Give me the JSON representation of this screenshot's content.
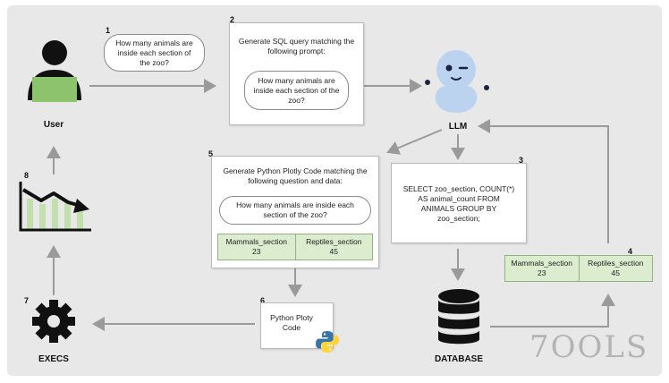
{
  "steps": {
    "s1": "1",
    "s2": "2",
    "s3": "3",
    "s4": "4",
    "s5": "5",
    "s6": "6",
    "s7": "7",
    "s8": "8"
  },
  "user": {
    "label": "User"
  },
  "question_bubble": {
    "text": "How many animals are inside each section of the zoo?"
  },
  "sql_prompt_box": {
    "heading": "Generate SQL query matching the following prompt:",
    "bubble_text": "How many animals are inside each section of the zoo?"
  },
  "llm": {
    "label": "LLM"
  },
  "sql_query": {
    "text": "SELECT zoo_section, COUNT(*) AS animal_count FROM ANIMALS GROUP BY zoo_section;"
  },
  "plotly_box": {
    "heading": "Generate Python Plotly Code matching the following question and data:",
    "bubble_text": "How many animals are inside each section of the zoo?",
    "table": [
      {
        "name": "Mammals_section",
        "value": "23"
      },
      {
        "name": "Reptiles_section",
        "value": "45"
      }
    ]
  },
  "result_table": [
    {
      "name": "Mammals_section",
      "value": "23"
    },
    {
      "name": "Reptiles_section",
      "value": "45"
    }
  ],
  "ploty_code": {
    "text": "Python Ploty Code"
  },
  "database": {
    "label": "DATABASE"
  },
  "execs": {
    "label": "EXECS"
  },
  "watermark": {
    "text": "7OOLS"
  },
  "colors": {
    "background": "#e8e8e8",
    "user_green": "#8cc36c",
    "arrow_gray": "#9a9a9a",
    "table_green": "#dbeccf",
    "robot_blue": "#bcd3f0",
    "python_blue": "#3775a9",
    "python_yellow": "#ffd43b"
  }
}
